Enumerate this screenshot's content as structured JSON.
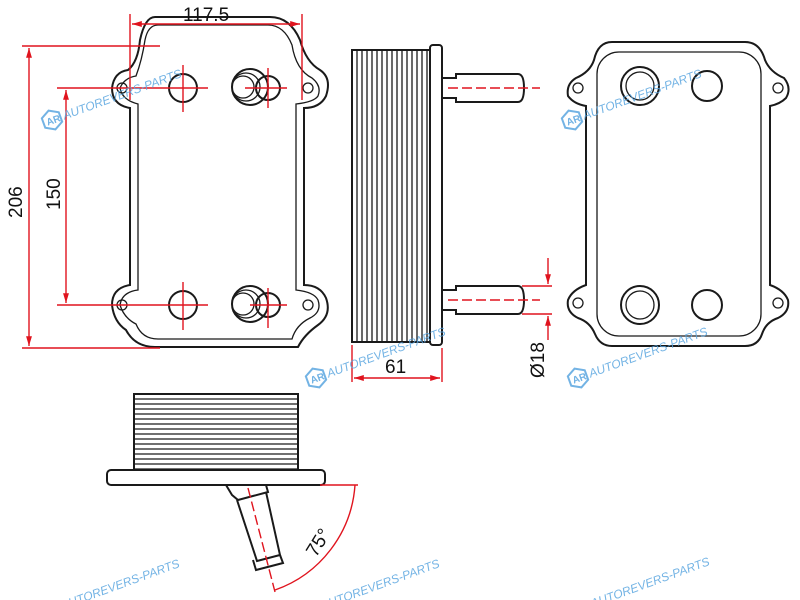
{
  "dimensions": {
    "width_holes": "117.5",
    "overall_height": "206",
    "hole_spacing": "150",
    "depth": "61",
    "pipe_diameter": "Ø18",
    "pipe_angle": "75°"
  },
  "watermark": {
    "text": "AUTOREVERS-PARTS",
    "logo": "AR"
  },
  "colors": {
    "outline": "#1a1a1a",
    "dimension": "#e0141e",
    "watermark": "#5aa6e0"
  }
}
